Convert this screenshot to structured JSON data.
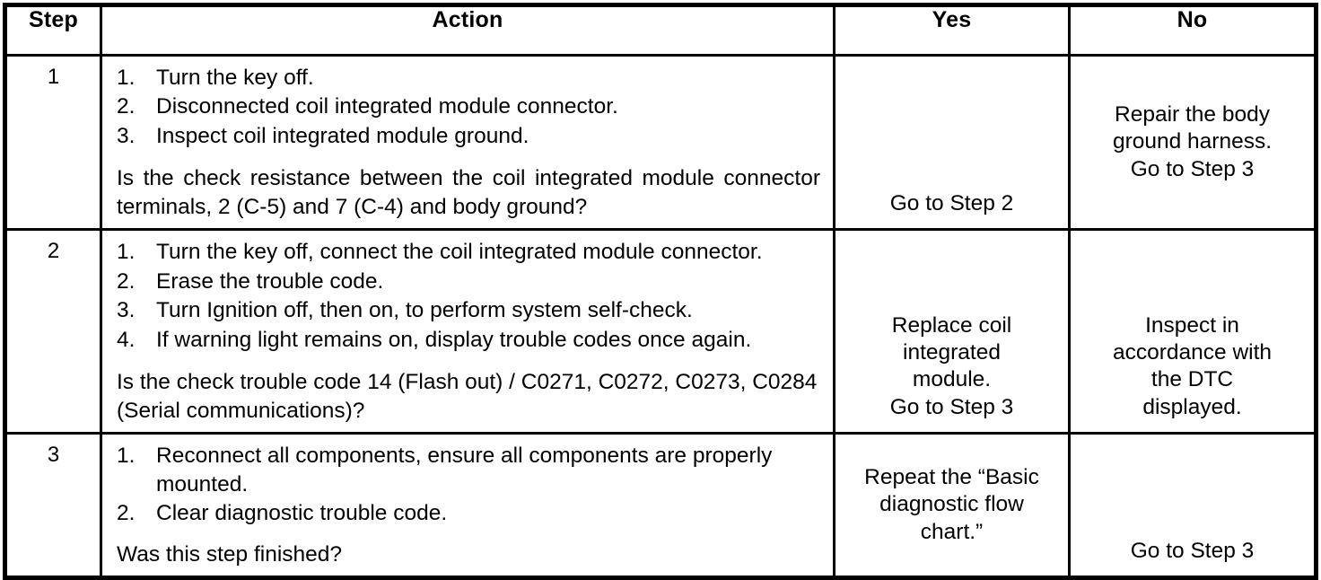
{
  "table": {
    "headers": {
      "step": "Step",
      "action": "Action",
      "yes": "Yes",
      "no": "No"
    },
    "rows": [
      {
        "step": "1",
        "action": {
          "items": [
            {
              "num": "1.",
              "text": "Turn the key off."
            },
            {
              "num": "2.",
              "text": "Disconnected coil integrated module connector."
            },
            {
              "num": "3.",
              "text": "Inspect coil integrated module ground."
            }
          ],
          "question": "Is the check resistance between the coil integrated module connector terminals, 2 (C-5) and 7 (C-4) and body ground?"
        },
        "yes": "Go to Step 2",
        "no": "Repair the body\nground harness.\nGo to Step 3"
      },
      {
        "step": "2",
        "action": {
          "items": [
            {
              "num": "1.",
              "text": "Turn the key off, connect the coil integrated module connector."
            },
            {
              "num": "2.",
              "text": "Erase the trouble code."
            },
            {
              "num": "3.",
              "text": "Turn Ignition off, then on, to perform system self-check."
            },
            {
              "num": "4.",
              "text": "If warning light remains on, display trouble codes once again."
            }
          ],
          "question": "Is the check trouble code 14 (Flash out) / C0271, C0272, C0273, C0284 (Serial communications)?"
        },
        "yes": "Replace coil\nintegrated\nmodule.\nGo to Step 3",
        "no": "Inspect in\naccordance with\nthe DTC\ndisplayed."
      },
      {
        "step": "3",
        "action": {
          "items": [
            {
              "num": "1.",
              "text": "Reconnect all components, ensure all components are properly mounted."
            },
            {
              "num": "2.",
              "text": "Clear diagnostic trouble code."
            }
          ],
          "question": "Was this step finished?"
        },
        "yes": "Repeat the “Basic\ndiagnostic flow\nchart.”",
        "no": "Go to Step 3"
      }
    ]
  },
  "colors": {
    "border": "#000000",
    "background": "#ffffff",
    "text": "#000000"
  }
}
